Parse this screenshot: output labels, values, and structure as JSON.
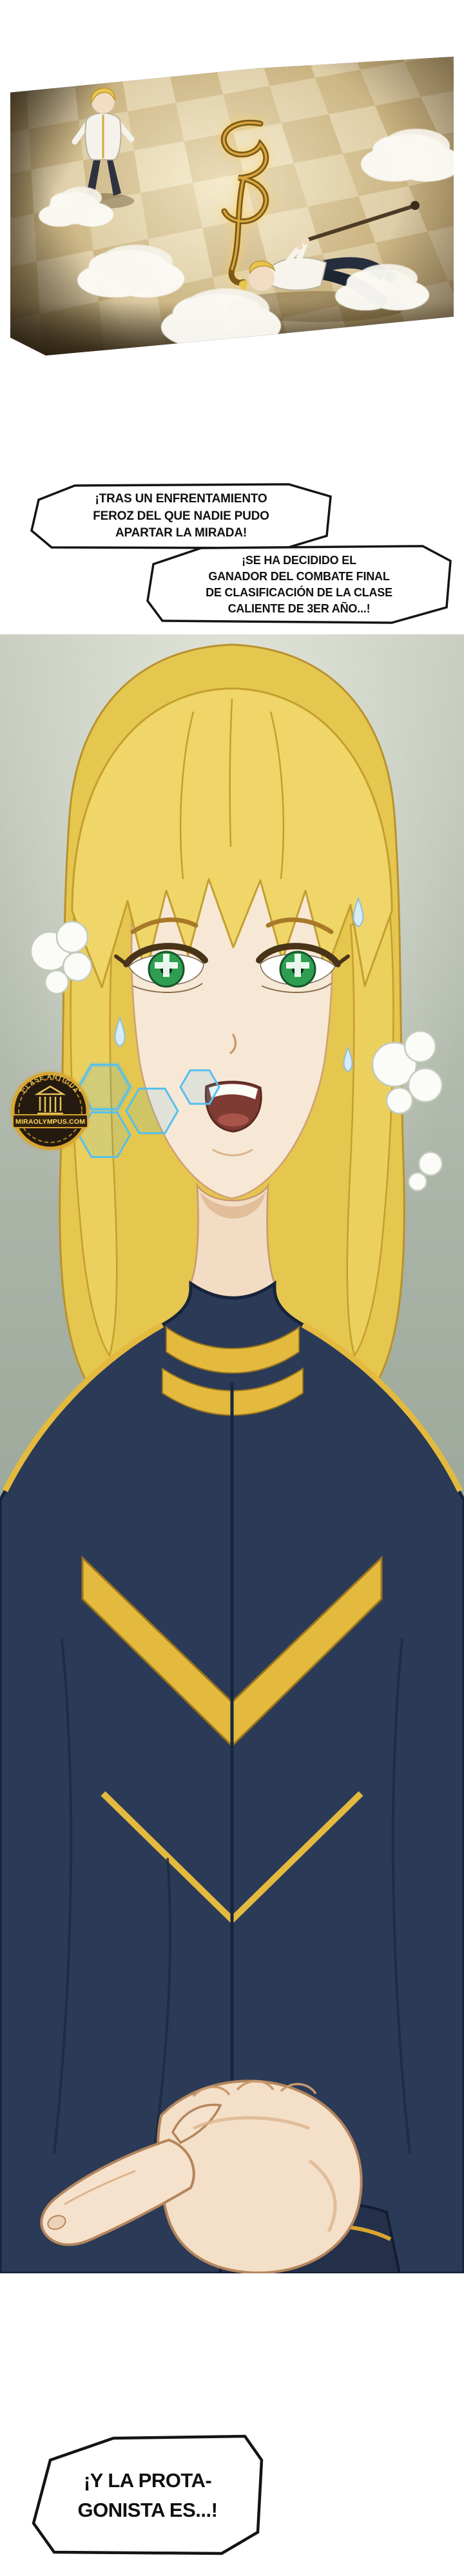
{
  "bubbles": {
    "narration1": {
      "lines": [
        "¡TRAS UN ENFRENTAMIENTO",
        "FEROZ DEL QUE NADIE PUDO",
        "APARTAR LA MIRADA!"
      ]
    },
    "narration2": {
      "lines": [
        "¡SE HA DECIDIDO EL",
        "GANADOR DEL COMBATE FINAL",
        "DE CLASIFICACIÓN DE LA CLASE",
        "CALIENTE DE 3ER AÑO...!"
      ]
    },
    "announcement": {
      "lines": [
        "¡Y LA PROTA-",
        "GONISTA ES...!"
      ]
    }
  },
  "watermark": {
    "arc_text": "CLASE ANTIGUA",
    "site": "MIRAOLYMPUS.COM"
  },
  "palette": {
    "page_bg": "#ffffff",
    "bubble_border": "#141414",
    "floor_light": "#eee0bc",
    "floor_dark": "#d9c493",
    "rune_gold": "#7c5a16",
    "hair_yellow": "#ecd05e",
    "skin": "#f7e8d6",
    "eye_green": "#2f9e52",
    "uniform_navy": "#2b3a57",
    "uniform_gold": "#e4ba3e",
    "hex_blue": "#55c0ef",
    "badge_gold": "#d9a52e"
  }
}
